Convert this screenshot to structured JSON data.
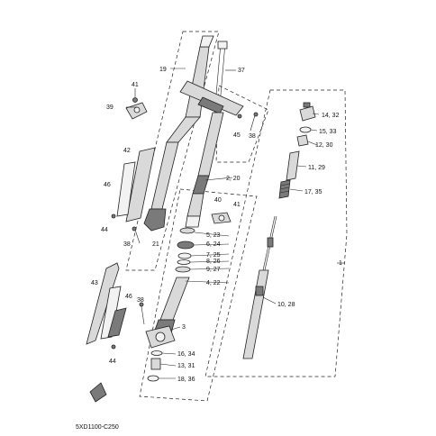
{
  "diagram_code": "5XD1100-C250",
  "labels": {
    "l19": "19",
    "l37": "37",
    "l41a": "41",
    "l39": "39",
    "l45": "45",
    "l38a": "38",
    "l2_20": "2, 20",
    "l42": "42",
    "l46a": "46",
    "l44a": "44",
    "l40": "40",
    "l41b": "41",
    "l38b": "38",
    "l21": "21",
    "l5_23": "5, 23",
    "l6_24": "6, 24",
    "l7_25": "7, 25",
    "l8_26": "8, 26",
    "l9_27": "9, 27",
    "l4_22": "4, 22",
    "l43": "43",
    "l46b": "46",
    "l38c": "38",
    "l3": "3",
    "l16_34": "16, 34",
    "l13_31": "13, 31",
    "l18_36": "18, 36",
    "l44b": "44",
    "l14_32": "14, 32",
    "l15_33": "15, 33",
    "l12_30": "12, 30",
    "l11_29": "11, 29",
    "l17_35": "17, 35",
    "l1": "1",
    "l10_28": "10, 28"
  }
}
